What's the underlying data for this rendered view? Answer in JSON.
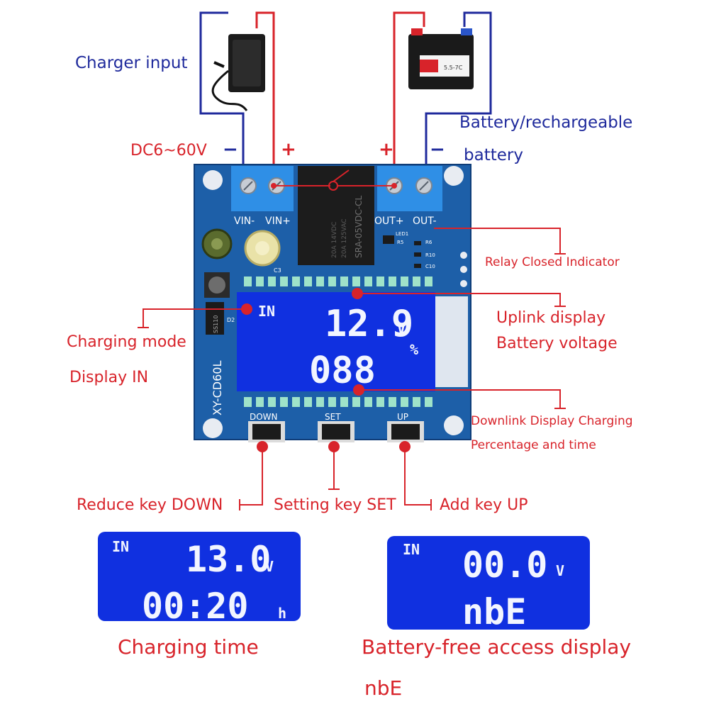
{
  "labels": {
    "charger_input": "Charger input",
    "dc_range": "DC6~60V",
    "minus_left": "−",
    "plus_left": "+",
    "plus_right": "+",
    "minus_right": "−",
    "battery_line1": "Battery/rechargeable",
    "battery_line2": "battery",
    "relay_indicator": "Relay Closed Indicator",
    "uplink_line1": "Uplink display",
    "uplink_line2": "Battery voltage",
    "charging_mode_line1": "Charging mode",
    "charging_mode_line2": "Display IN",
    "downlink_line1": "Downlink Display Charging",
    "downlink_line2": "Percentage and time",
    "reduce_key": "Reduce key DOWN",
    "setting_key": "Setting key SET",
    "add_key": "Add key UP",
    "charging_time": "Charging time",
    "battery_free_line1": "Battery-free access display",
    "battery_free_line2": "nbE"
  },
  "board": {
    "vin_minus": "VIN-",
    "vin_plus": "VIN+",
    "out_plus": "OUT+",
    "out_minus": "OUT-",
    "model": "XY-CD60L",
    "relay_text1": "SRA-05VDC-CL",
    "relay_text2": "20A 14VDC",
    "relay_text3": "20A 125VAC",
    "btn_down": "DOWN",
    "btn_set": "SET",
    "btn_up": "UP",
    "led1": "LED1",
    "r5": "R5",
    "r6": "R6",
    "r10": "R10",
    "c10": "C10",
    "c3": "C3",
    "d2": "D2",
    "ss": "SS110",
    "battery_sticker": "5.5-7C"
  },
  "main_lcd": {
    "mode": "IN",
    "top_value": "12.9",
    "top_unit": "V",
    "bottom_value": "088",
    "bottom_unit": "%"
  },
  "lcd_time": {
    "mode": "IN",
    "top_value": "13.0",
    "top_unit": "V",
    "bottom_value": "00:20",
    "bottom_unit": "h"
  },
  "lcd_nbe": {
    "mode": "IN",
    "top_value": "00.0",
    "top_unit": "V",
    "bottom_value": "nbE"
  },
  "colors": {
    "red": "#d8232a",
    "blue_text": "#1f2a9c",
    "pcb": "#1d5fa8",
    "lcd": "#1030e0",
    "terminal": "#2f8fe6"
  }
}
